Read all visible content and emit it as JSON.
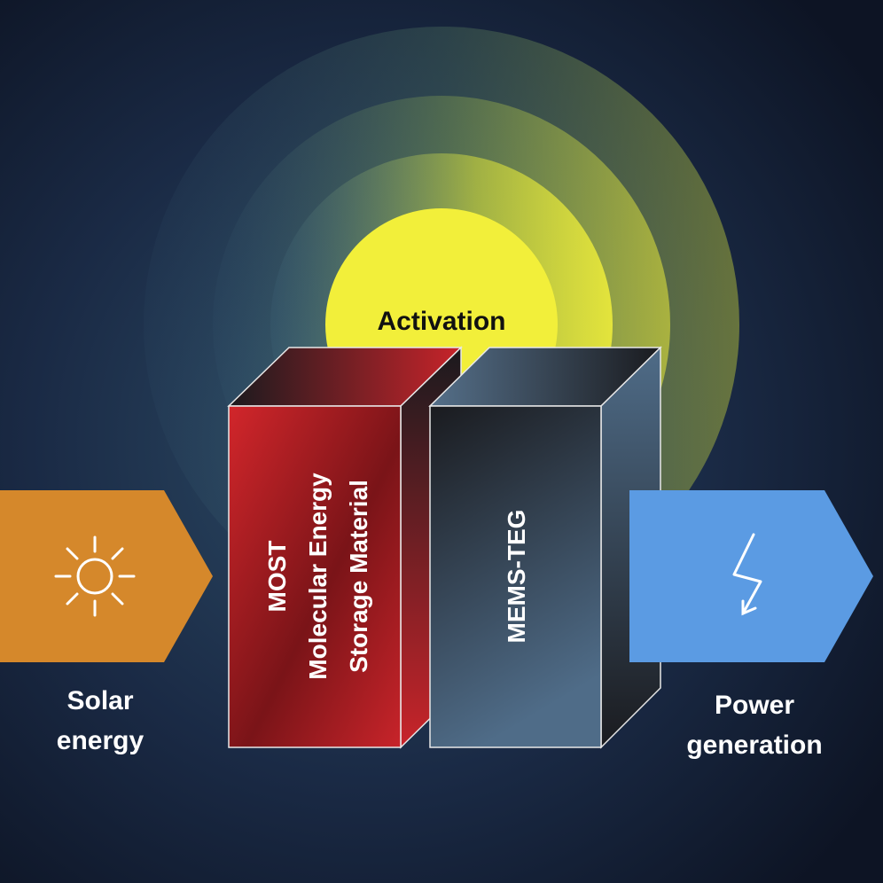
{
  "activation": {
    "label": "Activation"
  },
  "most_block": {
    "line1": "MOST",
    "line2": "Molecular Energy",
    "line3": "Storage Material"
  },
  "teg_block": {
    "label": "MEMS-TEG"
  },
  "input": {
    "icon": "sun-icon",
    "line1": "Solar",
    "line2": "energy"
  },
  "output": {
    "icon": "lightning-icon",
    "line1": "Power",
    "line2": "generation"
  },
  "colors": {
    "background": "#15213a",
    "activation": "#f2ef3a",
    "most_red": "#c8242a",
    "teg_blue": "#4d6a85",
    "solar_orange": "#d5882b",
    "power_blue": "#5b9be3"
  }
}
